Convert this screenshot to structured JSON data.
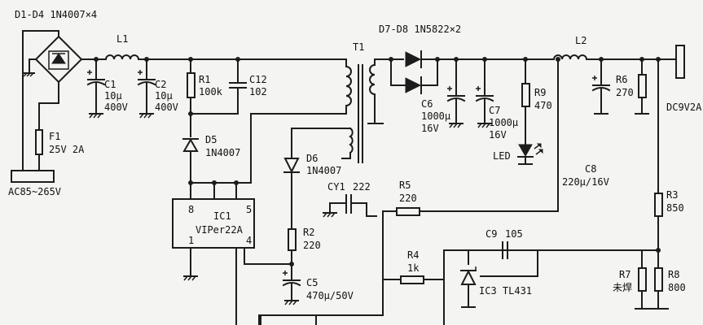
{
  "labels": {
    "d1d4": "D1-D4 1N4007×4",
    "l1": "L1",
    "c1_name": "C1",
    "c1_val1": "10μ",
    "c1_val2": "400V",
    "c2_name": "C2",
    "c2_val1": "10μ",
    "c2_val2": "400V",
    "r1_name": "R1",
    "r1_val": "100k",
    "c12_name": "C12",
    "c12_val": "102",
    "t1": "T1",
    "d7d8": "D7-D8  1N5822×2",
    "l2": "L2",
    "c6_name": "C6",
    "c6_val1": "1000μ",
    "c6_val2": "16V",
    "c7_name": "C7",
    "c7_val1": "1000μ",
    "c7_val2": "16V",
    "r9_name": "R9",
    "r9_val": "470",
    "r6_name": "R6",
    "r6_val": "270",
    "out": "DC9V2A",
    "f1_name": "F1",
    "f1_val": "25V 2A",
    "ac_in": "AC85~265V",
    "d5_name": "D5",
    "d5_val": "1N4007",
    "d6_name": "D6",
    "d6_val": "1N4007",
    "led": "LED",
    "c8_name": "C8",
    "c8_val": "220μ/16V",
    "cy1_name": "CY1",
    "cy1_val": "222",
    "r5_name": "R5",
    "r5_val": "220",
    "r3_name": "R3",
    "r3_val": "850",
    "ic1_name": "IC1",
    "ic1_part": "VIPer22A",
    "ic1_p8": "8",
    "ic1_p5": "5",
    "ic1_p1": "1",
    "ic1_p4": "4",
    "r2_name": "R2",
    "r2_val": "220",
    "c9_name": "C9",
    "c9_val": "105",
    "r4_name": "R4",
    "r4_val": "1k",
    "c5_name": "C5",
    "c5_val": "470μ/50V",
    "ic3": "IC3 TL431",
    "r7_name": "R7",
    "r7_val": "未焊",
    "r8_name": "R8",
    "r8_val": "800"
  }
}
